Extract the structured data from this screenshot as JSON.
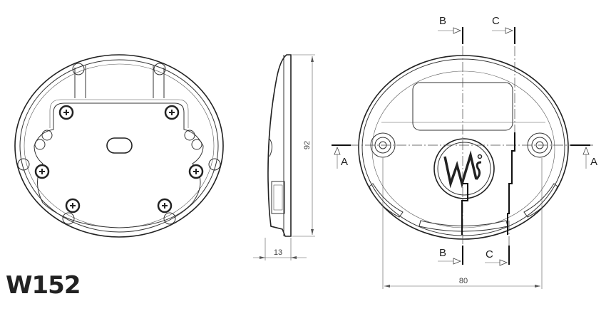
{
  "model": "W152",
  "dimensions": {
    "height": "92",
    "depth": "13",
    "hole_spacing": "80"
  },
  "section_labels": {
    "a_left": "A",
    "a_right": "A",
    "b_top": "B",
    "b_bottom": "B",
    "c_top": "C",
    "c_bottom": "C"
  },
  "logo": "WAS"
}
